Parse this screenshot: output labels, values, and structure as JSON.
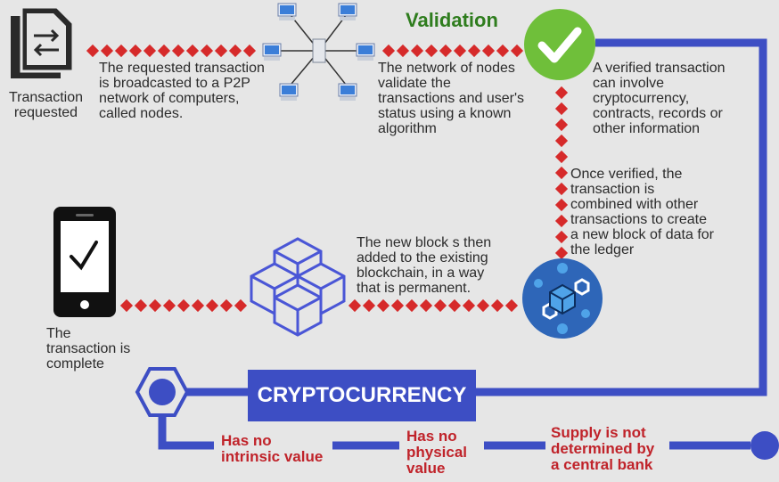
{
  "steps": {
    "requested": "Transaction\nrequested",
    "broadcast": "The requested transaction\nis broadcasted to a P2P\nnetwork of computers,\ncalled nodes.",
    "validation_title": "Validation",
    "validate": "The network of nodes\nvalidate the\ntransactions and user's\nstatus using a known\nalgorithm",
    "verified": " A verified transaction\ncan involve\ncryptocurrency,\ncontracts, records or\nother information",
    "combined": "Once verified, the\ntransaction is\ncombined with other\ntransactions to create\na new block of data for\nthe ledger",
    "added": "The new block s then\nadded to the existing\nblockchain, in a way\nthat is permanent.",
    "complete": "The\ntransaction is\ncomplete"
  },
  "crypto": {
    "label": "CRYPTOCURRENCY",
    "properties": [
      "Has no\nintrinsic value",
      "Has no\nphysical\nvalue",
      "Supply is not\ndetermined by\na central bank"
    ]
  },
  "colors": {
    "blue": "#3d4ec4",
    "red": "#d62a2a",
    "green": "#6fbf3a",
    "dark": "#2a2a2a"
  },
  "icons": [
    "document-exchange-icon",
    "network-nodes-icon",
    "checkmark-icon",
    "block-icon",
    "blocks-stack-icon",
    "smartphone-check-icon",
    "hexagon-coin-icon"
  ]
}
